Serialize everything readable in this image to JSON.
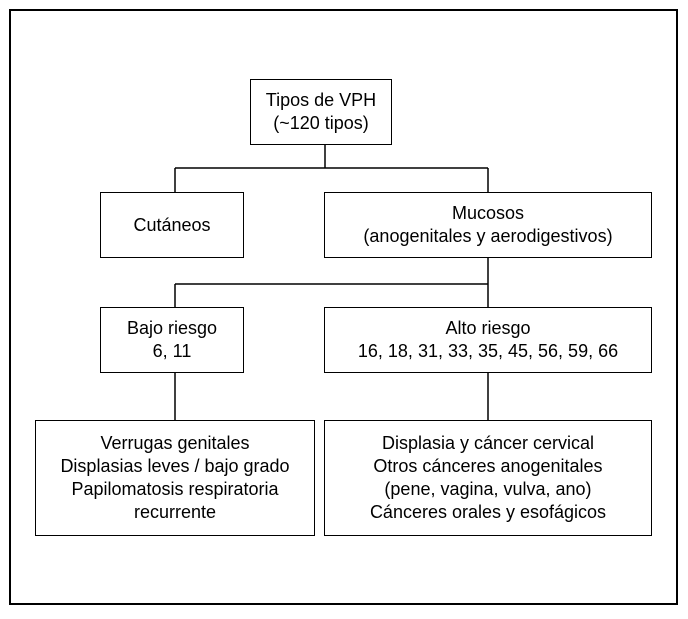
{
  "diagram": {
    "root": {
      "lines": [
        "Tipos de VPH",
        "(~120 tipos)"
      ]
    },
    "cutaneos": {
      "lines": [
        "Cutáneos"
      ]
    },
    "mucosos": {
      "lines": [
        "Mucosos",
        "(anogenitales y aerodigestivos)"
      ]
    },
    "bajo_riesgo": {
      "lines": [
        "Bajo riesgo",
        "6, 11"
      ]
    },
    "alto_riesgo": {
      "lines": [
        "Alto riesgo",
        "16, 18, 31, 33, 35, 45, 56, 59, 66"
      ]
    },
    "bajo_riesgo_efectos": {
      "lines": [
        "Verrugas genitales",
        "Displasias leves / bajo grado",
        "Papilomatosis respiratoria",
        "recurrente"
      ]
    },
    "alto_riesgo_efectos": {
      "lines": [
        "Displasia y cáncer cervical",
        "Otros cánceres anogenitales",
        "(pene, vagina, vulva, ano)",
        "Cánceres orales y esofágicos"
      ]
    },
    "colors": {
      "line": "#000000",
      "background": "#ffffff"
    }
  }
}
